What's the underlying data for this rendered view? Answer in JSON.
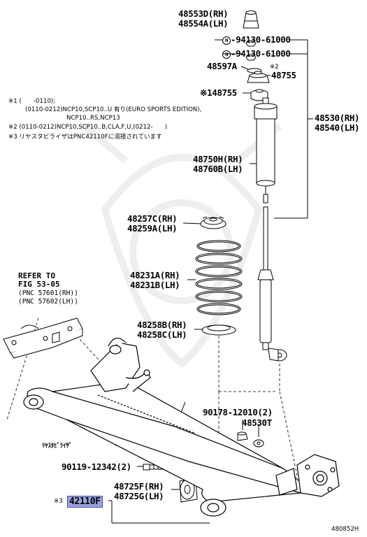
{
  "parts": {
    "p48553d": "48553D(RH)",
    "p48554a": "48554A(LH)",
    "p94130a": "94130-61000",
    "p94130b": "94130-61000",
    "p48597a": "48597A",
    "mark2": "※2",
    "p48755": "48755",
    "p48755s": "※148755",
    "p48530": "48530(RH)",
    "p48540": "48540(LH)",
    "p48750h": "48750H(RH)",
    "p48760b": "48760B(LH)",
    "p48257c": "48257C(RH)",
    "p48259a": "48259A(LH)",
    "p48231a": "48231A(RH)",
    "p48231b": "48231B(LH)",
    "p48258b": "48258B(RH)",
    "p48258c": "48258C(LH)",
    "p90178": "90178-12010(2)",
    "p48530t": "48530T",
    "stabilizer": "ﾘﾔｽﾀﾋﾞﾗｲｻﾞ",
    "p90119": "90119-12342(2)",
    "p48725f": "48725F(RH)",
    "p48725g": "48725G(LH)",
    "mark3": "※3",
    "p42110f": "42110F"
  },
  "notes": {
    "n1a": "※1 (　　-0110);",
    "n1b": "(0110-0212)NCP10,SCP10..U 有り(EURO SPORTS EDITION),",
    "n1c": "NCP10..RS,NCP13",
    "n2": "※2 (0110-0212)NCP10,SCP10..B,CLA,F,U,(0212-　　)",
    "n3": "※3 リヤスタビライザはPNC42110Fに溶接されています"
  },
  "ref": {
    "line1": "REFER TO",
    "line2": "FIG 53-05",
    "line3": "(PNC 57601(RH))",
    "line4": "(PNC 57602(LH))"
  },
  "nmark": "N",
  "figure_id": "480852H",
  "colors": {
    "highlight": "#9aa2dc",
    "watermark": "#eeeeee"
  }
}
